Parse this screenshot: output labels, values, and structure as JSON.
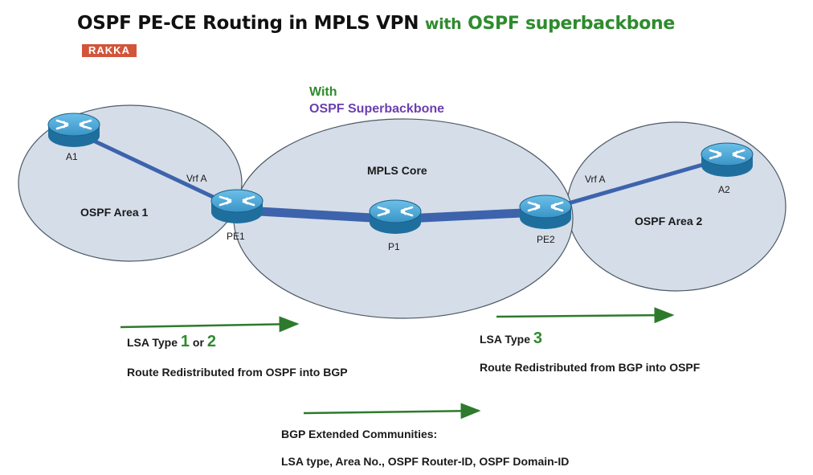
{
  "title": {
    "main": "OSPF PE-CE Routing in MPLS VPN",
    "with": "with",
    "highlight": "OSPF superbackbone"
  },
  "logo": {
    "text": "RAKKA"
  },
  "annotation": {
    "line1": "With",
    "line2": "OSPF Superbackbone"
  },
  "areas": {
    "area1": "OSPF Area 1",
    "core": "MPLS Core",
    "area2": "OSPF Area 2"
  },
  "routers": {
    "a1": "A1",
    "pe1": "PE1",
    "p1": "P1",
    "pe2": "PE2",
    "a2": "A2"
  },
  "links": {
    "vrf_left": "Vrf A",
    "vrf_right": "Vrf A"
  },
  "notes": {
    "left": {
      "prefix": "LSA Type ",
      "num1": "1",
      "or": " or ",
      "num2": "2",
      "desc": "Route Redistributed from OSPF into BGP"
    },
    "right": {
      "prefix": "LSA Type ",
      "num": "3",
      "desc": "Route Redistributed from BGP into OSPF"
    },
    "bottom": {
      "heading": "BGP Extended Communities:",
      "desc": "LSA type, Area No., OSPF Router-ID, OSPF Domain-ID"
    }
  },
  "colors": {
    "area_fill": "#d5dde8",
    "area_stroke": "#4d5a66",
    "link": "#3d63ad",
    "arrow": "#2d7a2d",
    "router_top": "#4fa8d6",
    "router_side": "#1f6f9e"
  }
}
